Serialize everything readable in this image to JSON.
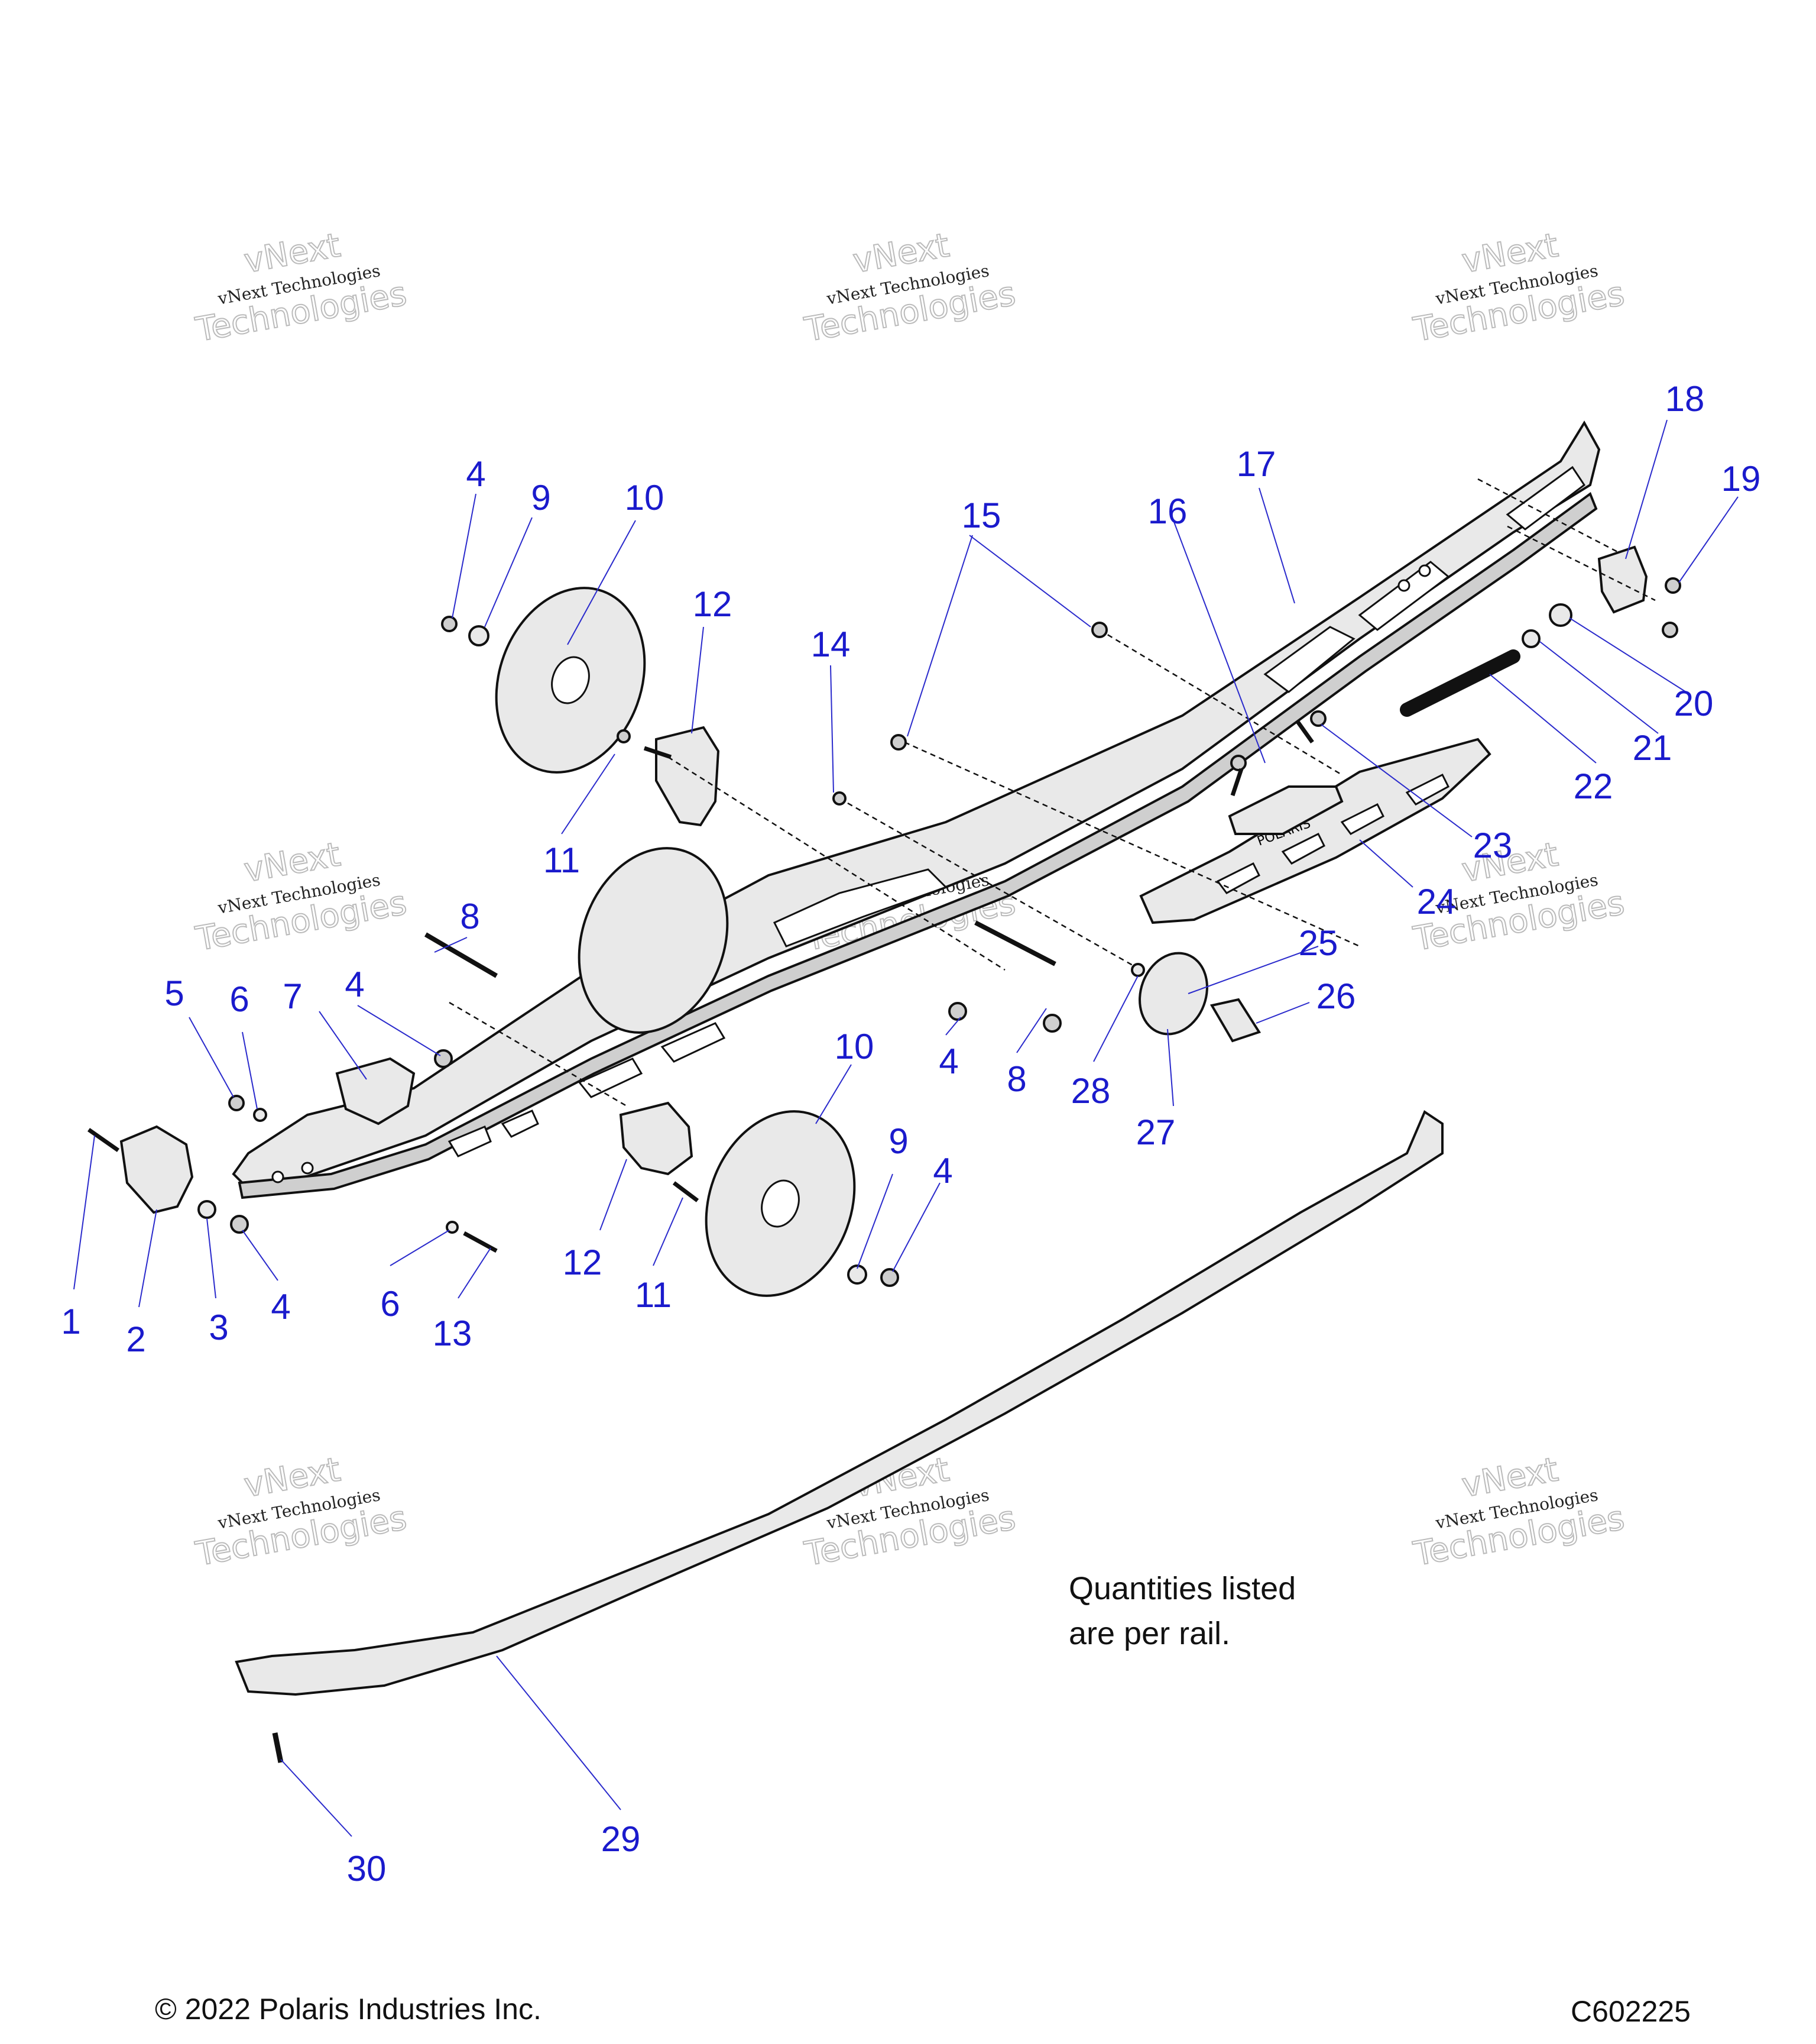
{
  "watermark": {
    "line1": "vNext",
    "line2": "vNext Technologies",
    "line3": "Technologies"
  },
  "callouts": [
    "1",
    "2",
    "3",
    "4",
    "5",
    "6",
    "7",
    "8",
    "9",
    "10",
    "11",
    "12",
    "13",
    "14",
    "15",
    "16",
    "17",
    "18",
    "19",
    "20",
    "21",
    "22",
    "23",
    "24",
    "25",
    "26",
    "27",
    "28",
    "29",
    "30"
  ],
  "note": {
    "line1": "Quantities listed",
    "line2": "are per rail."
  },
  "footer": {
    "copyright": "© 2022 Polaris Industries Inc.",
    "figure_id": "C602225"
  },
  "brand_marking": "POLARIS"
}
